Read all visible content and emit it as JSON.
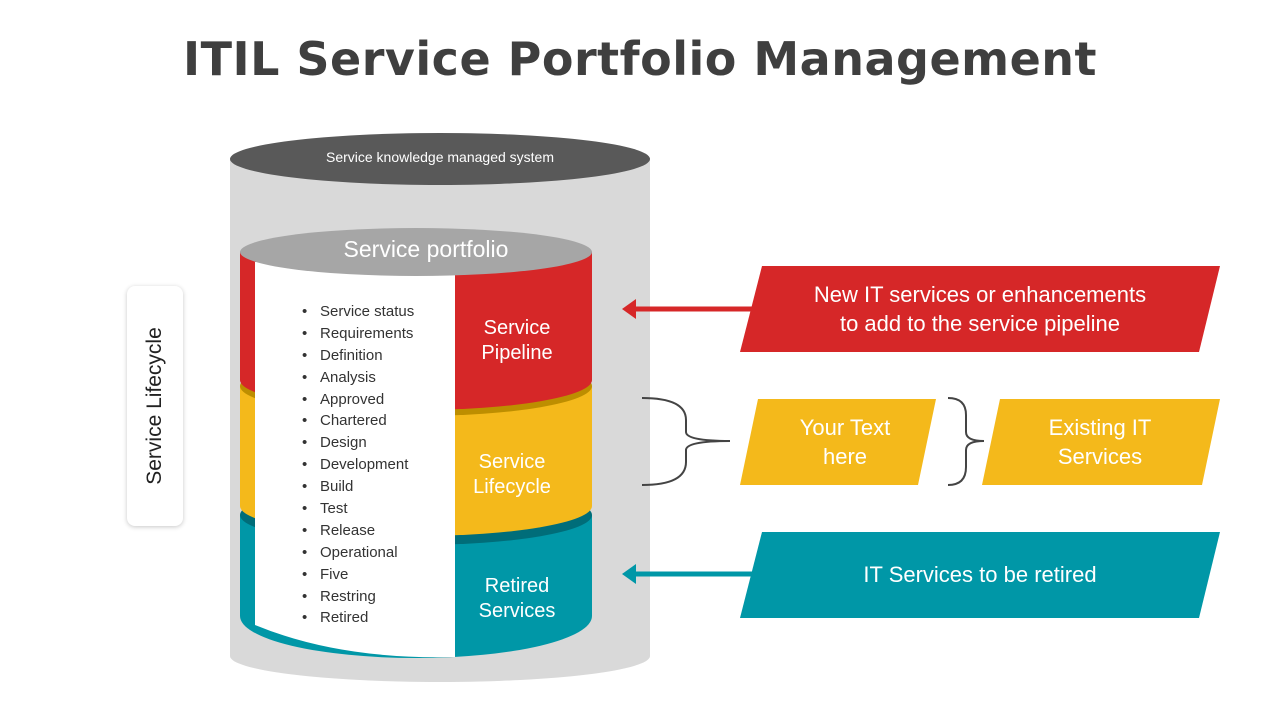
{
  "title": "ITIL Service Portfolio Management",
  "outer_cylinder": {
    "label": "Service knowledge managed system"
  },
  "inner_cylinder": {
    "label": "Service portfolio"
  },
  "side_label": "Service Lifecycle",
  "lifecycle_items": [
    "Service status",
    "Requirements",
    "Definition",
    "Analysis",
    "Approved",
    "Chartered",
    "Design",
    "Development",
    "Build",
    "Test",
    "Release",
    "Operational",
    "Five",
    "Restring",
    "Retired"
  ],
  "segments": {
    "pipeline": {
      "line1": "Service",
      "line2": "Pipeline",
      "color": "#d62728"
    },
    "lifecycle": {
      "line1": "Service",
      "line2": "Lifecycle",
      "color": "#f4b91b"
    },
    "retired": {
      "line1": "Retired",
      "line2": "Services",
      "color": "#0097a7"
    }
  },
  "callouts": {
    "new_services": {
      "line1": "New IT services or enhancements",
      "line2": "to add to the service pipeline",
      "color": "#d62728"
    },
    "your_text": {
      "line1": "Your Text",
      "line2": "here",
      "color": "#f4b91b"
    },
    "existing": {
      "line1": "Existing IT",
      "line2": "Services",
      "color": "#f4b91b"
    },
    "retired": {
      "text": "IT Services to be retired",
      "color": "#0097a7"
    }
  },
  "colors": {
    "outer_body": "#d9d9d9",
    "outer_top": "#595959",
    "inner_top": "#a6a6a6",
    "title": "#3f3f3f"
  }
}
